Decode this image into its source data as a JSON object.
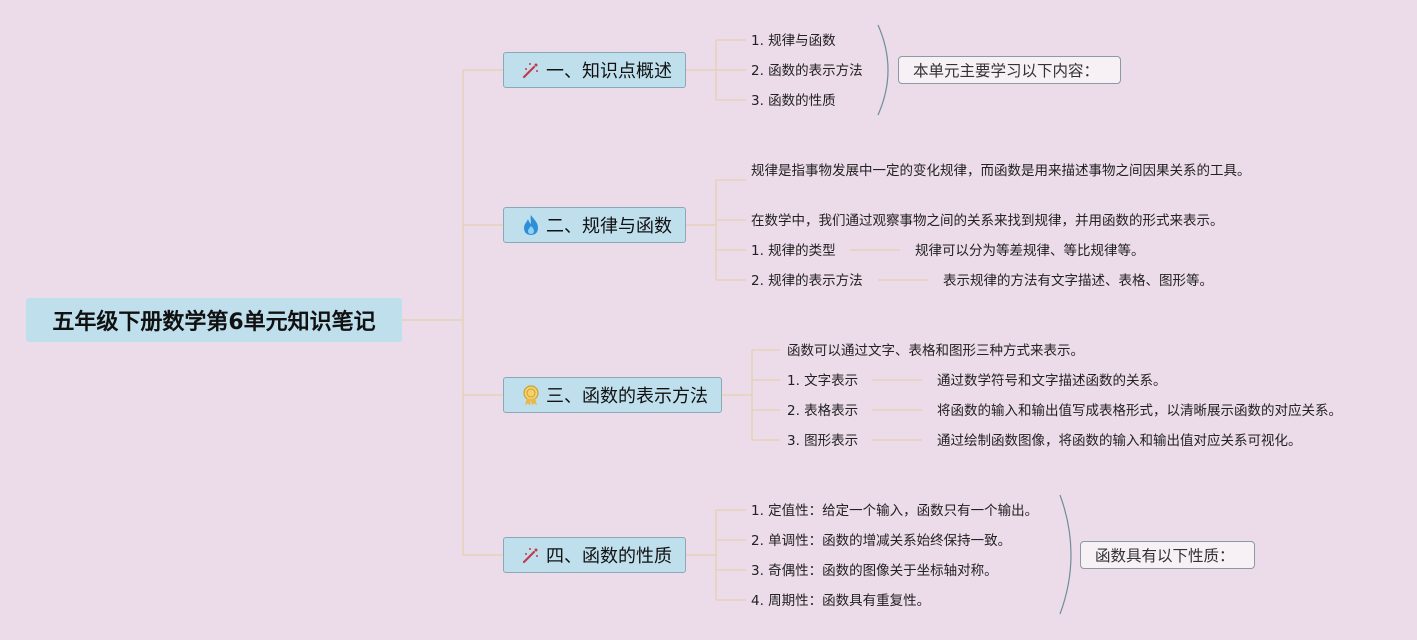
{
  "root": {
    "title": "五年级下册数学第6单元知识笔记"
  },
  "topics": [
    {
      "label": "一、知识点概述",
      "icon": "magic-wand-icon",
      "items": [
        "1. 规律与函数",
        "2. 函数的表示方法",
        "3. 函数的性质"
      ],
      "summary": "本单元主要学习以下内容："
    },
    {
      "label": "二、规律与函数",
      "icon": "flame-icon",
      "items": [
        "规律是指事物发展中一定的变化规律，而函数是用来描述事物之间因果关系的工具。",
        "在数学中，我们通过观察事物之间的关系来找到规律，并用函数的形式来表示。",
        "1. 规律的类型",
        "2. 规律的表示方法"
      ],
      "details": [
        "规律可以分为等差规律、等比规律等。",
        "表示规律的方法有文字描述、表格、图形等。"
      ]
    },
    {
      "label": "三、函数的表示方法",
      "icon": "award-medal-icon",
      "items": [
        "函数可以通过文字、表格和图形三种方式来表示。",
        "1. 文字表示",
        "2. 表格表示",
        "3. 图形表示"
      ],
      "details": [
        "通过数学符号和文字描述函数的关系。",
        "将函数的输入和输出值写成表格形式，以清晰展示函数的对应关系。",
        "通过绘制函数图像，将函数的输入和输出值对应关系可视化。"
      ]
    },
    {
      "label": "四、函数的性质",
      "icon": "magic-wand-icon",
      "items": [
        "1. 定值性：给定一个输入，函数只有一个输出。",
        "2. 单调性：函数的增减关系始终保持一致。",
        "3. 奇偶性：函数的图像关于坐标轴对称。",
        "4. 周期性：函数具有重复性。"
      ],
      "summary": "函数具有以下性质："
    }
  ],
  "colors": {
    "background": "#ecdbe9",
    "node_fill": "#bfdfed",
    "connector": "#e6d2b8",
    "bracket": "#6d8f97"
  }
}
